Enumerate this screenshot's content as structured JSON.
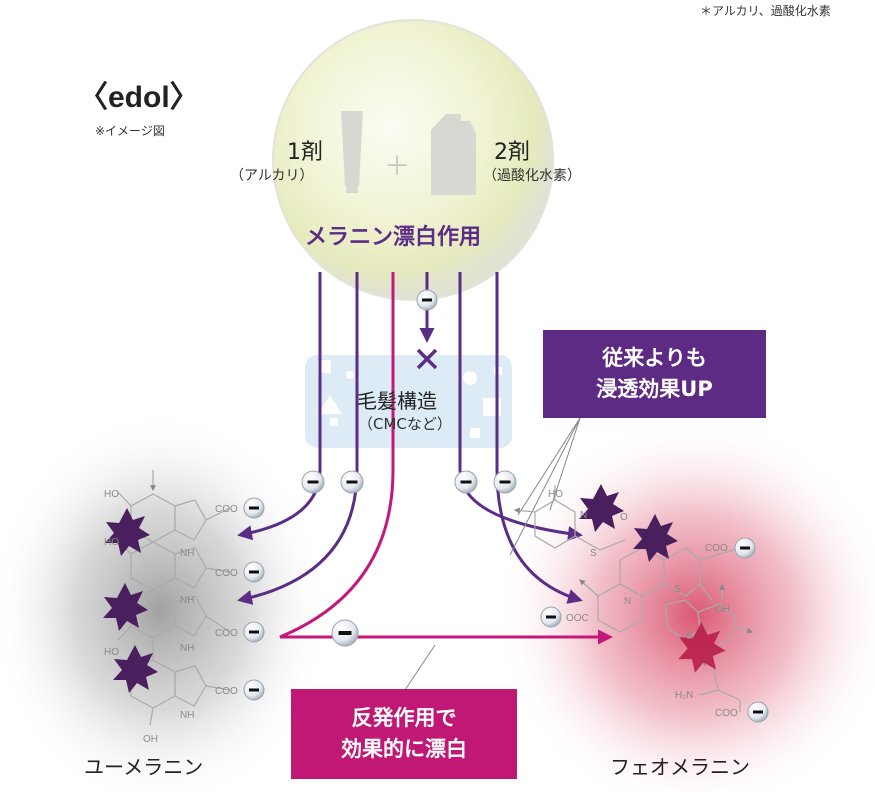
{
  "footnote": "＊アルカリ、過酸化水素",
  "brand": "〈edol〉",
  "image_note": "※イメージ図",
  "agent1": {
    "label": "1剤",
    "sub": "（アルカリ）"
  },
  "plus": "＋",
  "agent2": {
    "label": "2剤",
    "sub": "（過酸化水素）"
  },
  "bleach_label": "メラニン漂白作用",
  "hair": {
    "title": "毛髪構造",
    "sub": "（CMCなど）"
  },
  "callout_top": {
    "line1": "従来よりも",
    "line2": "浸透効果UP"
  },
  "callout_bottom": {
    "line1": "反発作用で",
    "line2": "効果的に漂白"
  },
  "eumelanin_label": "ユーメラニン",
  "pheomelanin_label": "フェオメラニン",
  "minus_sign": "−",
  "block_mark": "✕",
  "chem": {
    "coo": "COO",
    "ooc": "OOC",
    "ho": "HO",
    "oh": "OH",
    "nh": "NH",
    "h2n": "H₂N",
    "s": "S",
    "n": "N",
    "o": "O"
  },
  "colors": {
    "purple": "#5b2d86",
    "magenta": "#c4177a",
    "callout_purple": "#5d2a84",
    "callout_magenta": "#c01874",
    "hair_blue": "#dcebf5"
  }
}
